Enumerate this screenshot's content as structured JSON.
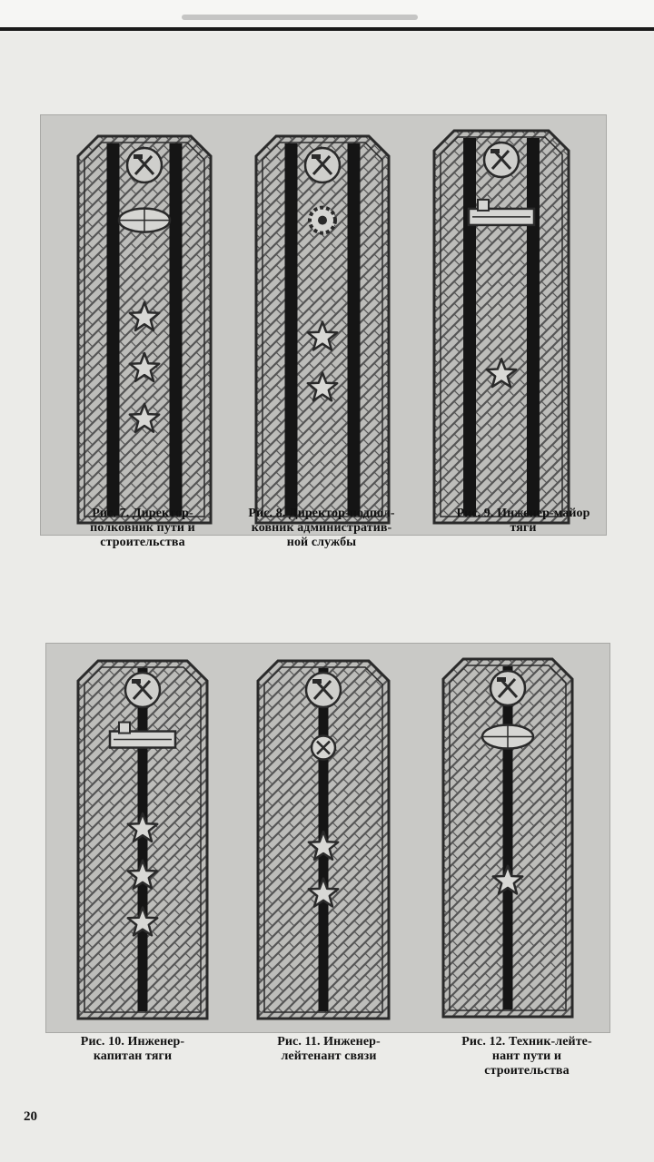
{
  "header": {},
  "figures": [
    {
      "caption": "Рис. 7.  Директор-\nполковник пути и\nстроительства",
      "stripes": 2,
      "stars": 3,
      "emblem": "wheel-emblem"
    },
    {
      "caption": "Рис. 8. Директор-подпол-\nковник административ-\nной службы",
      "stripes": 2,
      "stars": 2,
      "emblem": "gear-emblem"
    },
    {
      "caption": "Рис. 9.  Инженер-майор\nтяги",
      "stripes": 2,
      "stars": 1,
      "emblem": "locomotive-emblem"
    },
    {
      "caption": "Рис.  10.  Инженер-\nкапитан тяги",
      "stripes": 1,
      "stars": 3,
      "emblem": "locomotive-emblem"
    },
    {
      "caption": "Рис.  11.  Инженер-\nлейтенант связи",
      "stripes": 1,
      "stars": 2,
      "emblem": "signal-emblem"
    },
    {
      "caption": "Рис.  12.  Техник-лейте-\nнант пути и\nстроительства",
      "stripes": 1,
      "stars": 1,
      "emblem": "wheel-emblem"
    }
  ],
  "page_number": "20",
  "colors": {
    "board_fill": "#bdbdba",
    "stripe": "#151515",
    "outline": "#2a2a2a",
    "weave": "#555555"
  }
}
